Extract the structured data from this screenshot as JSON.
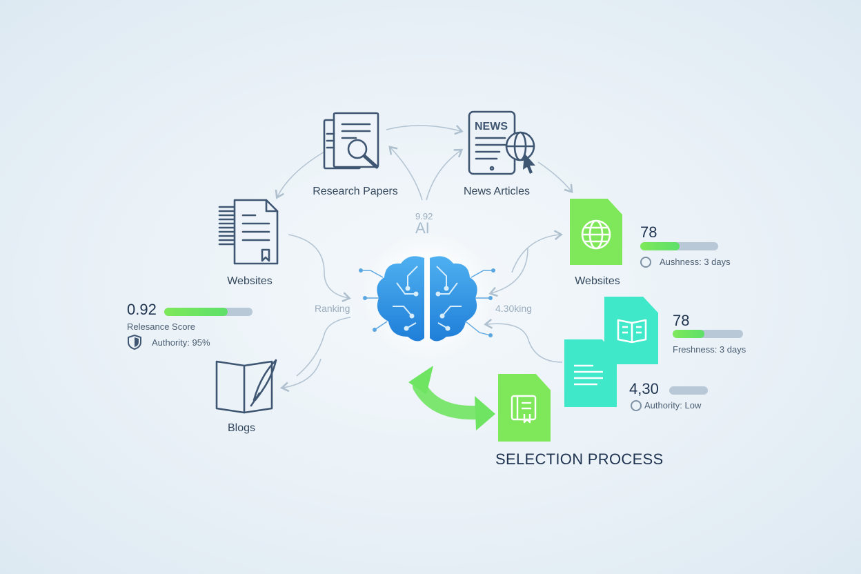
{
  "nodes": {
    "research": "Research Papers",
    "news": "News Articles",
    "websites_left": "Websites",
    "websites_right": "Websites",
    "blogs": "Blogs"
  },
  "icon_texts": {
    "news_header": "NEWS"
  },
  "center": {
    "ai_label": "AI",
    "ai_value": "9.92",
    "ranking_left": "Ranking",
    "ranking_right": "4.30king"
  },
  "left_metric": {
    "score": "0.92",
    "score_label": "Relesance Score",
    "score_fill": 0.72,
    "authority": "Authority: 95%"
  },
  "right_metrics": [
    {
      "score": "78",
      "fill": 0.5,
      "note": "Aushness: 3 days"
    },
    {
      "score": "78",
      "fill": 0.45,
      "note": "Freshness: 3 days"
    },
    {
      "score": "4,30",
      "fill": 0.0,
      "note": "Authority: Low"
    }
  ],
  "selection_label": "SELECTION PROCESS",
  "colors": {
    "green": "#7ee85a",
    "teal": "#3ee8c8",
    "blue": "#2a8ee0",
    "icon": "#3f5673"
  }
}
